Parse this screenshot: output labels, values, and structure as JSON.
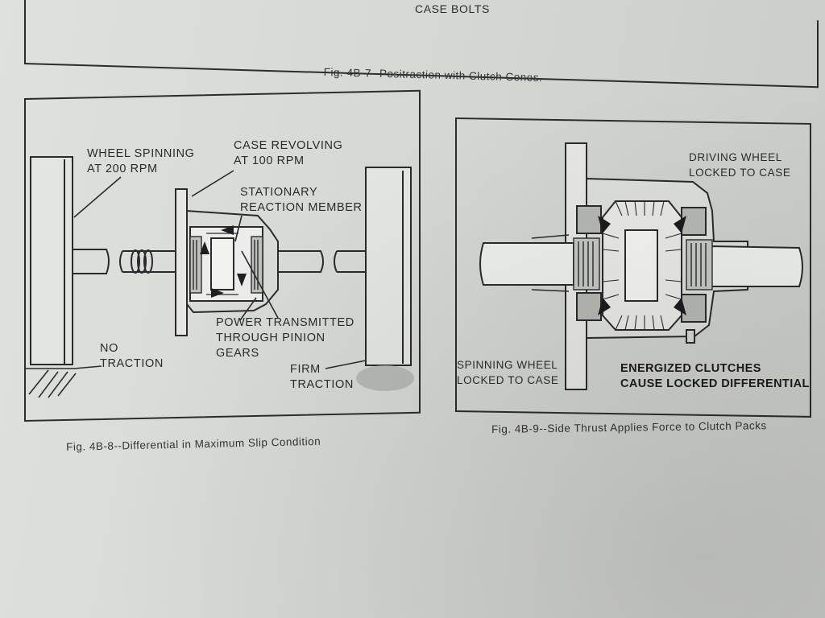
{
  "fig7": {
    "label_case_bolts": "CASE BOLTS",
    "caption": "Fig. 4B-7--Positraction with Clutch Cones."
  },
  "fig8": {
    "label_wheel_spinning": "WHEEL SPINNING\nAT 200 RPM",
    "label_case_revolving": "CASE REVOLVING\nAT 100 RPM",
    "label_stationary": "STATIONARY\nREACTION MEMBER",
    "label_power": "POWER TRANSMITTED\nTHROUGH PINION\nGEARS",
    "label_no_traction": "NO\nTRACTION",
    "label_firm_traction": "FIRM\nTRACTION",
    "caption": "Fig. 4B-8--Differential in Maximum Slip Condition"
  },
  "fig9": {
    "label_driving_wheel": "DRIVING WHEEL\nLOCKED TO CASE",
    "label_spinning_wheel": "SPINNING WHEEL\nLOCKED TO CASE",
    "label_energized": "ENERGIZED CLUTCHES\nCAUSE LOCKED DIFFERENTIAL",
    "caption": "Fig. 4B-9--Side Thrust Applies Force to Clutch Packs"
  }
}
